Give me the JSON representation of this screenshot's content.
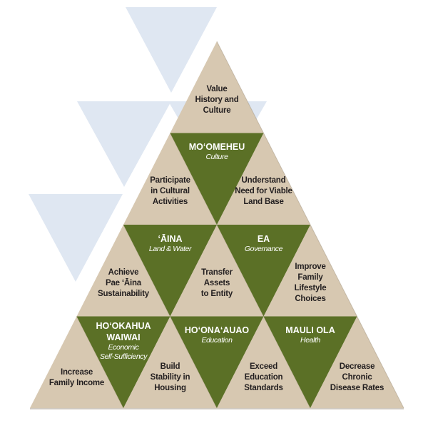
{
  "colors": {
    "background": "#ffffff",
    "background_triangles": "#dfe7f2",
    "tan_triangle": "#d7c8b1",
    "green_triangle": "#5b7026",
    "edge_shadow": "#8a7b63",
    "tan_text": "#231f20",
    "green_text": "#ffffff"
  },
  "tiers": [
    {
      "tan": [
        {
          "text": "Value\nHistory and\nCulture"
        }
      ],
      "green": []
    },
    {
      "tan": [
        {
          "text": "Participate\nin Cultural\nActivities"
        },
        {
          "text": "Understand\nNeed for Viable\nLand Base"
        }
      ],
      "green": [
        {
          "title": "MO‘OMEHEU",
          "subtitle": "Culture"
        }
      ]
    },
    {
      "tan": [
        {
          "text": "Achieve\nPae ‘Āina\nSustainability"
        },
        {
          "text": "Transfer\nAssets\nto Entity"
        },
        {
          "text": "Improve\nFamily\nLifestyle\nChoices"
        }
      ],
      "green": [
        {
          "title": "‘ĀINA",
          "subtitle": "Land & Water"
        },
        {
          "title": "EA",
          "subtitle": "Governance"
        }
      ]
    },
    {
      "tan": [
        {
          "text": "Increase\nFamily Income"
        },
        {
          "text": "Build\nStability in\nHousing"
        },
        {
          "text": "Exceed\nEducation\nStandards"
        },
        {
          "text": "Decrease\nChronic\nDisease Rates"
        }
      ],
      "green": [
        {
          "title": "HO‘OKAHUA\nWAIWAI",
          "subtitle": "Economic\nSelf-Sufficiency"
        },
        {
          "title": "HO‘ONA‘AUAO",
          "subtitle": "Education"
        },
        {
          "title": "MAULI OLA",
          "subtitle": "Health"
        }
      ]
    }
  ]
}
